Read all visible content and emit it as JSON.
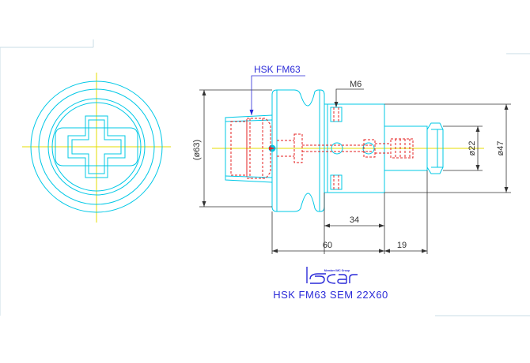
{
  "callouts": {
    "hsk": "HSK FM63",
    "thread": "M6"
  },
  "dimensions": {
    "flange_dia": "(ø63)",
    "bore_dia": "ø22",
    "outer_dia": "ø47",
    "len_34": "34",
    "len_60": "60",
    "len_19": "19"
  },
  "logo": {
    "sub": "Member IMC Group",
    "word": "iscar"
  },
  "title": "HSK FM63 SEM 22X60",
  "colors": {
    "body_lines": "#00c8e6",
    "hidden_lines": "#e62020",
    "centerlines": "#e6dc00",
    "dimension_lines": "#333333",
    "callout_blue": "#2a2ad8",
    "frame_lines": "#c8dce6"
  }
}
